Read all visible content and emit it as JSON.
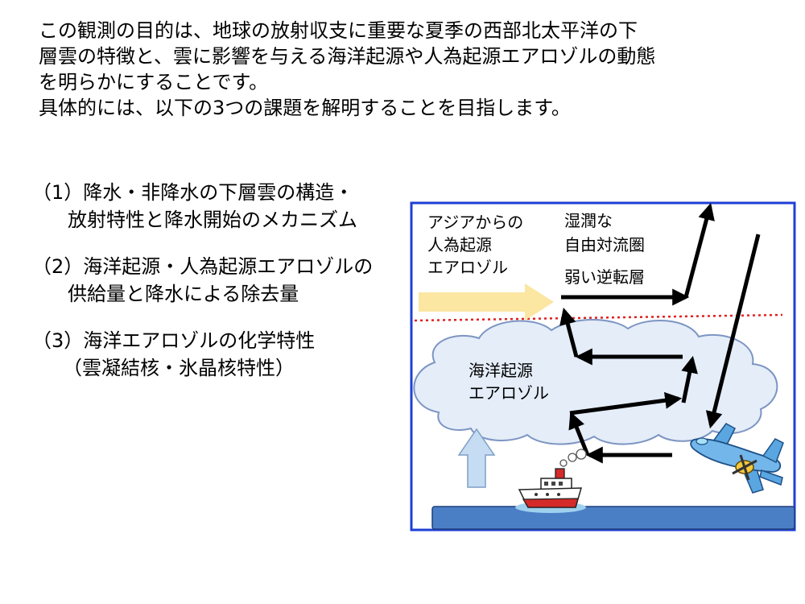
{
  "intro": {
    "lines": [
      "この観測の目的は、地球の放射収支に重要な夏季の西部北太平洋の下",
      "層雲の特徴と、雲に影響を与える海洋起源や人為起源エアロゾルの動態",
      "を明らかにすることです。",
      "具体的には、以下の3つの課題を解明することを目指します。"
    ]
  },
  "tasks": [
    {
      "lines": [
        "（1）降水・非降水の下層雲の構造・",
        "放射特性と降水開始のメカニズム"
      ]
    },
    {
      "lines": [
        "（2）海洋起源・人為起源エアロゾルの",
        "供給量と降水による除去量"
      ]
    },
    {
      "lines": [
        "（3）海洋エアロゾルの化学特性",
        "（雲凝結核・氷晶核特性）"
      ]
    }
  ],
  "diagram": {
    "asian_aerosol": [
      "アジアからの",
      "人為起源",
      "エアロゾル"
    ],
    "convection": [
      "湿潤な",
      "自由対流圏"
    ],
    "inversion": "弱い逆転層",
    "marine_aerosol": [
      "海洋起源",
      "エアロゾル"
    ],
    "colors": {
      "frame": "#1f3fd6",
      "ocean": "#4a7fc6",
      "inversion_line": "#e02020",
      "cloud_fill": "#e4edf8",
      "cloud_stroke": "#7d95c3",
      "import_arrow": "#fbe6a2",
      "uplift_arrow": "#c6dcf2"
    }
  }
}
